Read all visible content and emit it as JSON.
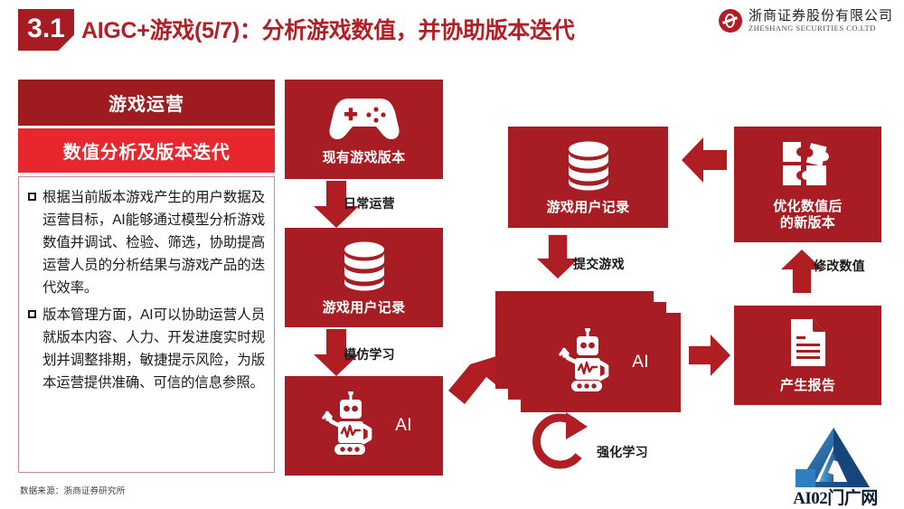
{
  "header": {
    "section_number": "3.1",
    "title": "AIGC+游戏(5/7)：分析游戏数值，并协助版本迭代",
    "brand_cn": "浙商证券股份有限公司",
    "brand_en": "ZHESHANG SECURITIES CO.LTD"
  },
  "left_panel": {
    "head_primary": "游戏运营",
    "head_secondary": "数值分析及版本迭代",
    "bullets": [
      "根据当前版本游戏产生的用户数据及运营目标，AI能够通过模型分析游戏数值并调试、检验、筛选，协助提高运营人员的分析结果与游戏产品的迭代效率。",
      "版本管理方面，AI可以协助运营人员就版本内容、人力、开发进度实时规划并调整排期，敏捷提示风险，为版本运营提供准确、可信的信息参照。"
    ]
  },
  "diagram": {
    "nodes": {
      "current_version": "现有游戏版本",
      "user_records_left": "游戏用户记录",
      "ai_left": "AI",
      "user_records_top": "游戏用户记录",
      "ai_stack": "AI",
      "new_version": "优化数值后\n的新版本",
      "report": "产生报告"
    },
    "node_labels": {
      "current_version": "现有游戏版本",
      "user_records_left": "游戏用户记录",
      "ai_left": "AI",
      "user_records_top": "游戏用户记录",
      "ai_stack": "AI",
      "new_version_line1": "优化数值后",
      "new_version_line2": "的新版本",
      "report": "产生报告"
    },
    "edges": {
      "daily_operation": "日常运营",
      "imitation_learning": "模仿学习",
      "submit_game": "提交游戏",
      "reinforcement_learning": "强化学习",
      "modify_values": "修改数值"
    }
  },
  "footer": {
    "source": "数据来源：浙商证券研究所"
  },
  "watermark": {
    "text": "AI02门广网"
  },
  "colors": {
    "brand_red": "#b21f26",
    "node_red": "#a81d23",
    "head_dark_red": "#9e1b20",
    "head_bright_red": "#e8262d",
    "watermark_blue": "#2b6cb0"
  }
}
